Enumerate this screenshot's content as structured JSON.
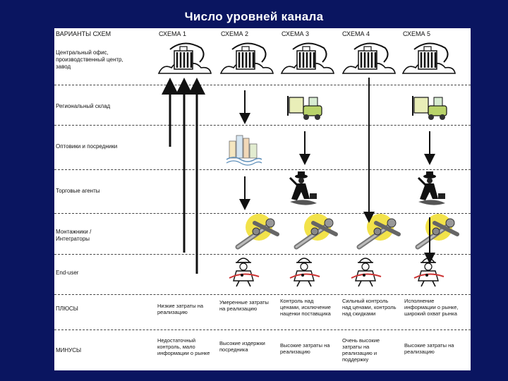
{
  "title": "Число уровней канала",
  "header": {
    "variants": "ВАРИАНТЫ СХЕМ",
    "schemes": [
      "СХЕМА 1",
      "СХЕМА 2",
      "СХЕМА 3",
      "СХЕМА 4",
      "СХЕМА 5"
    ]
  },
  "rows": [
    "Центральный офис, производственный центр, завод",
    "Региональный склад",
    "Оптовики и посредники",
    "Торговые агенты",
    "Монтажники / Интеграторы",
    "End-user",
    "ПЛЮСЫ",
    "МИНУСЫ"
  ],
  "pluses": [
    "Низкие затраты на реализацию",
    "Умеренные затраты на реализацию",
    "Контроль над ценами, исключение наценки поставщика",
    "Сильный контроль над ценами, контроль над скидками",
    "Исполнение информации о рынке, широкий охват рынка"
  ],
  "minuses": [
    "Недостаточный контроль, мало информации о рынке",
    "Высокие издержки посредника",
    "Высокие затраты на реализацию",
    "Очень высокие затраты на реализацию и поддержку",
    "Высокие затраты на реализацию"
  ],
  "icons": [
    "factory-icon",
    "forklift-icon",
    "city-icon",
    "salesman-icon",
    "tools-icon",
    "worker-icon"
  ]
}
